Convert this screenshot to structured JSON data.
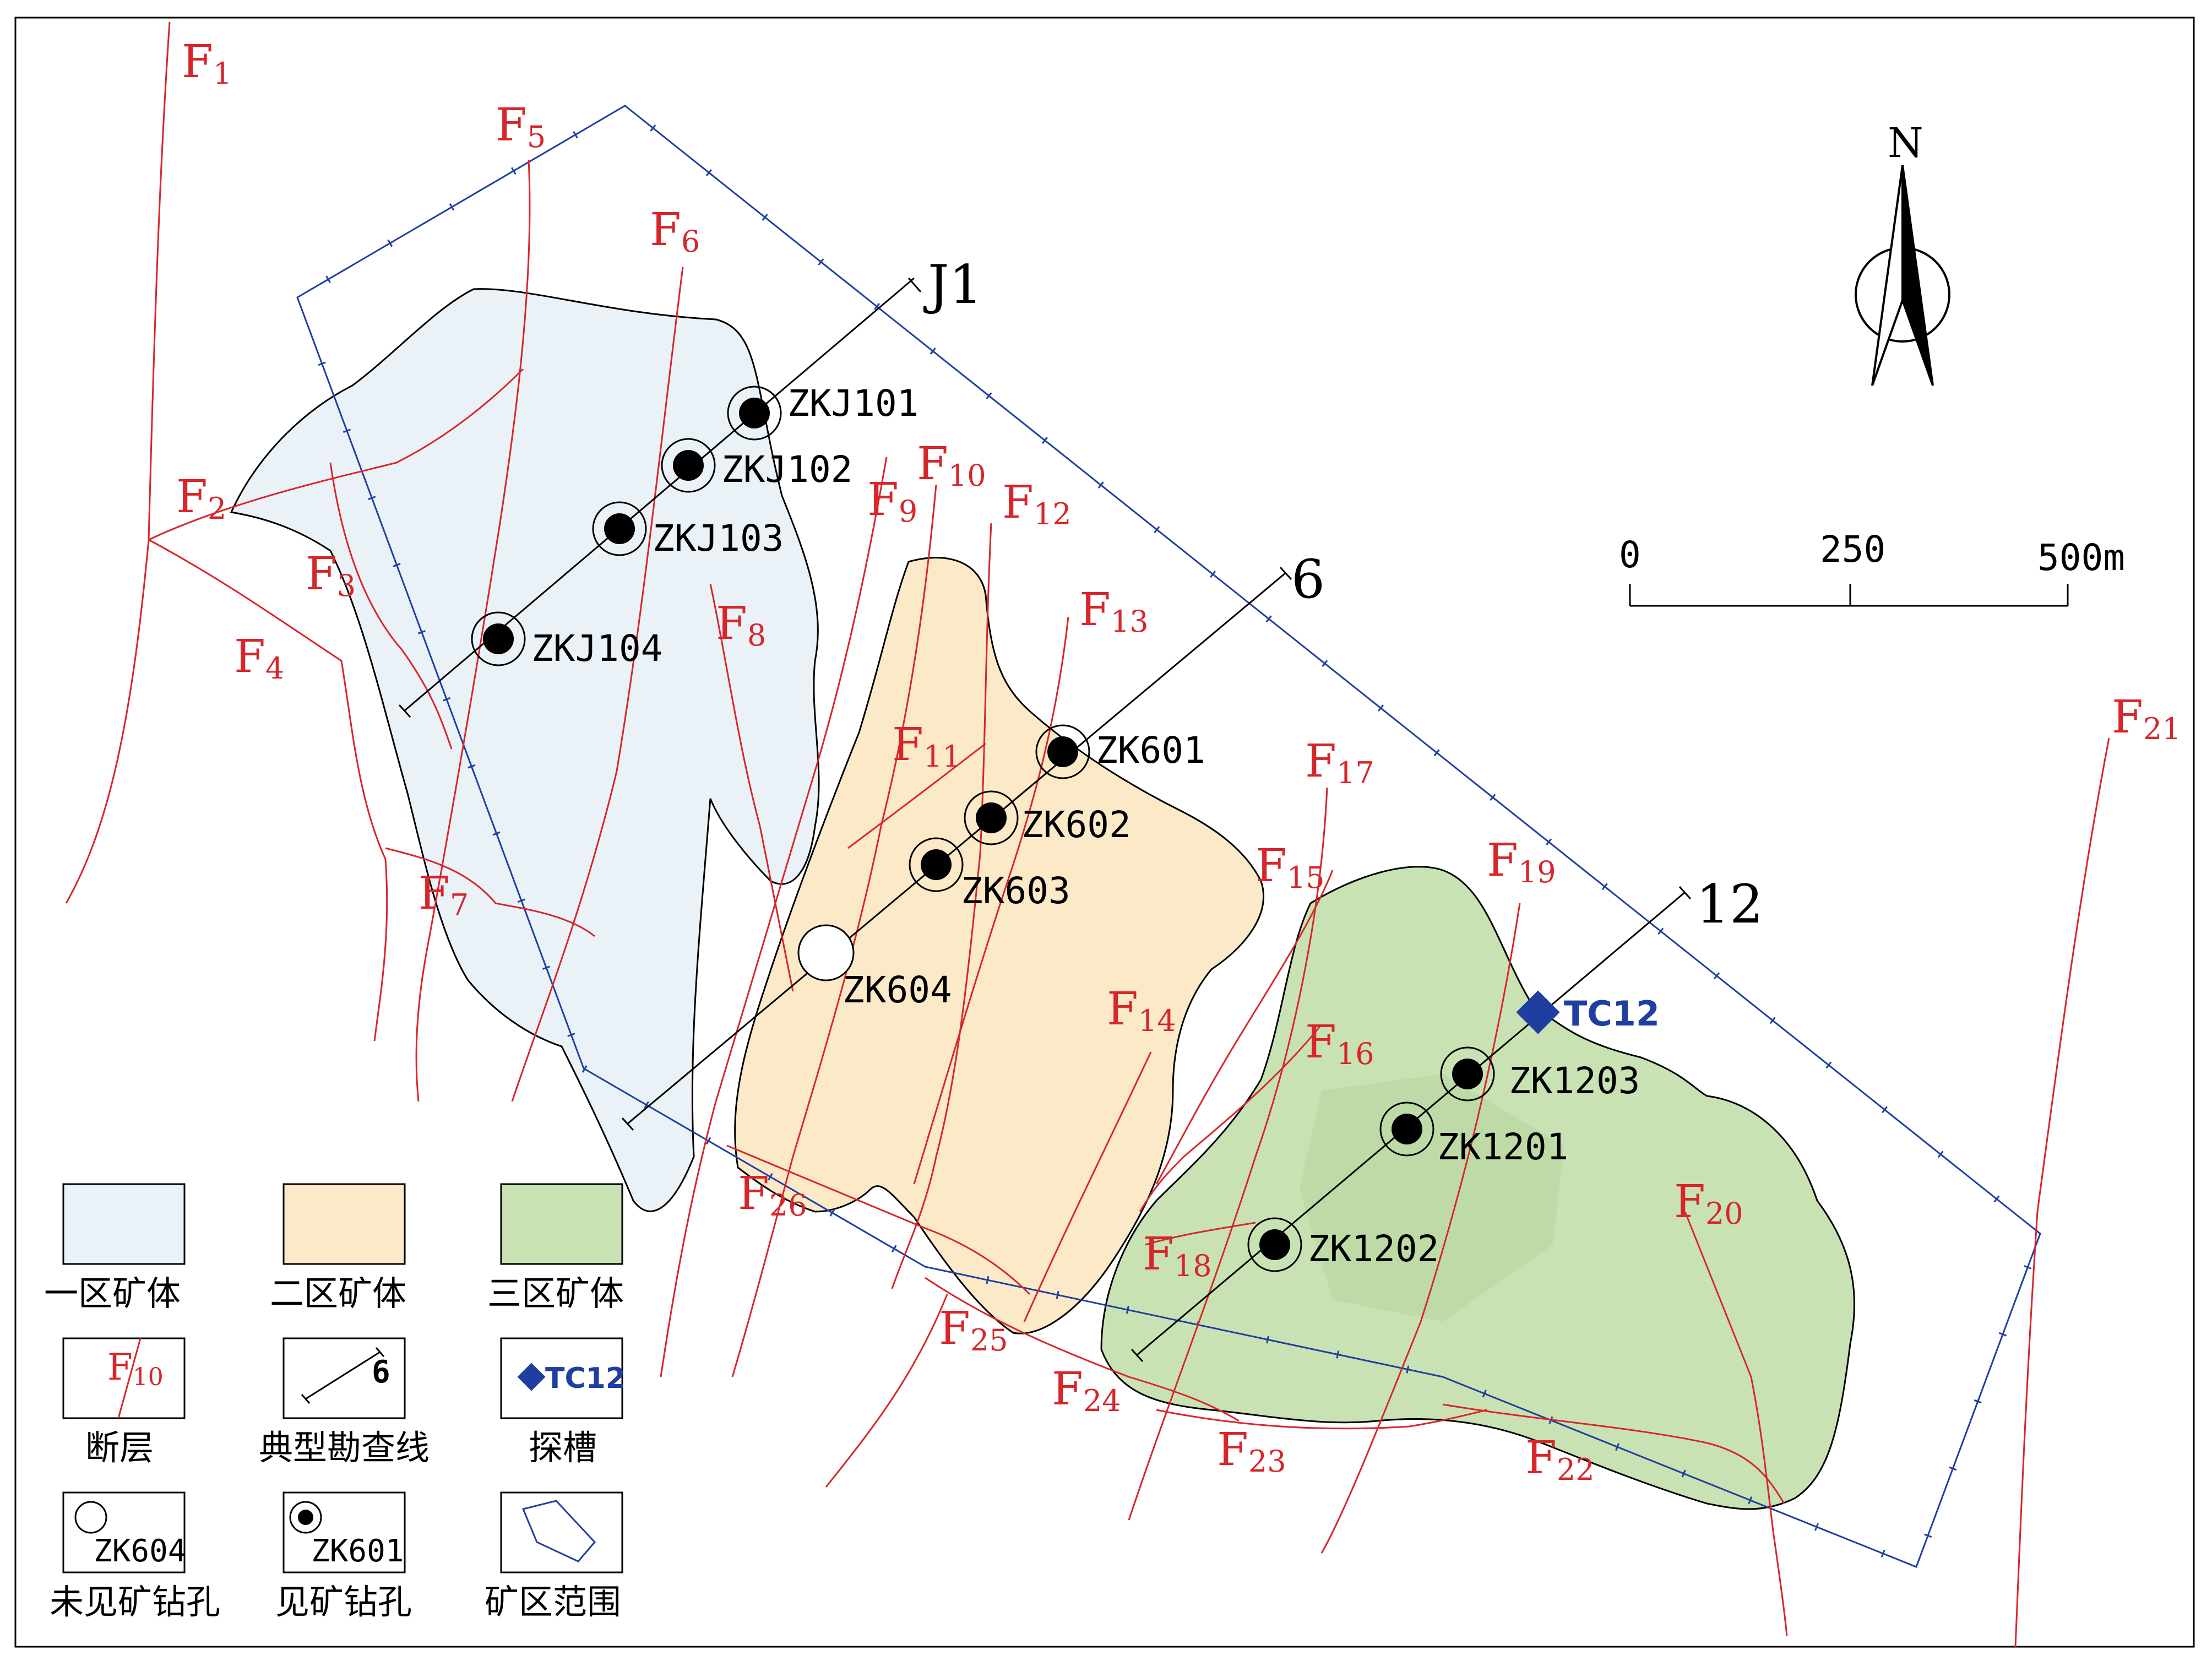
{
  "faults": [
    {
      "id": "f1",
      "label": "F",
      "sub": "1"
    },
    {
      "id": "f2",
      "label": "F",
      "sub": "2"
    },
    {
      "id": "f3",
      "label": "F",
      "sub": "3"
    },
    {
      "id": "f4",
      "label": "F",
      "sub": "4"
    },
    {
      "id": "f5",
      "label": "F",
      "sub": "5"
    },
    {
      "id": "f6",
      "label": "F",
      "sub": "6"
    },
    {
      "id": "f7",
      "label": "F",
      "sub": "7"
    },
    {
      "id": "f8",
      "label": "F",
      "sub": "8"
    },
    {
      "id": "f9",
      "label": "F",
      "sub": "9"
    },
    {
      "id": "f10",
      "label": "F",
      "sub": "10"
    },
    {
      "id": "f11",
      "label": "F",
      "sub": "11"
    },
    {
      "id": "f12",
      "label": "F",
      "sub": "12"
    },
    {
      "id": "f13",
      "label": "F",
      "sub": "13"
    },
    {
      "id": "f14",
      "label": "F",
      "sub": "14"
    },
    {
      "id": "f15",
      "label": "F",
      "sub": "15"
    },
    {
      "id": "f16",
      "label": "F",
      "sub": "16"
    },
    {
      "id": "f17",
      "label": "F",
      "sub": "17"
    },
    {
      "id": "f18",
      "label": "F",
      "sub": "18"
    },
    {
      "id": "f19",
      "label": "F",
      "sub": "19"
    },
    {
      "id": "f20",
      "label": "F",
      "sub": "20"
    },
    {
      "id": "f21",
      "label": "F",
      "sub": "21"
    },
    {
      "id": "f22",
      "label": "F",
      "sub": "22"
    },
    {
      "id": "f23",
      "label": "F",
      "sub": "23"
    },
    {
      "id": "f24",
      "label": "F",
      "sub": "24"
    },
    {
      "id": "f25",
      "label": "F",
      "sub": "25"
    },
    {
      "id": "f26",
      "label": "F",
      "sub": "26"
    }
  ],
  "survey_lines": [
    {
      "id": "J1",
      "label": "J1"
    },
    {
      "id": "6",
      "label": "6"
    },
    {
      "id": "12",
      "label": "12"
    }
  ],
  "drill_holes": [
    {
      "id": "ZKJ101",
      "label": "ZKJ101",
      "ore": true
    },
    {
      "id": "ZKJ102",
      "label": "ZKJ102",
      "ore": true
    },
    {
      "id": "ZKJ103",
      "label": "ZKJ103",
      "ore": true
    },
    {
      "id": "ZKJ104",
      "label": "ZKJ104",
      "ore": true
    },
    {
      "id": "ZK601",
      "label": "ZK601",
      "ore": true
    },
    {
      "id": "ZK602",
      "label": "ZK602",
      "ore": true
    },
    {
      "id": "ZK603",
      "label": "ZK603",
      "ore": true
    },
    {
      "id": "ZK604",
      "label": "ZK604",
      "ore": false
    },
    {
      "id": "ZK1203",
      "label": "ZK1203",
      "ore": true
    },
    {
      "id": "ZK1201",
      "label": "ZK1201",
      "ore": true
    },
    {
      "id": "ZK1202",
      "label": "ZK1202",
      "ore": true
    }
  ],
  "trench": {
    "label": "TC12"
  },
  "north_arrow": {
    "label": "N"
  },
  "scale_bar": {
    "ticks": [
      "0",
      "250",
      "500m"
    ]
  },
  "legend": {
    "zone1": "一区矿体",
    "zone2": "二区矿体",
    "zone3": "三区矿体",
    "fault": "断层",
    "fault_sample": {
      "label": "F",
      "sub": "10"
    },
    "survey_line": "典型勘查线",
    "survey_sample": "6",
    "trench": "探槽",
    "trench_sample": "TC12",
    "hole_empty": "未见矿钻孔",
    "hole_empty_sample": "ZK604",
    "hole_ore": "见矿钻孔",
    "hole_ore_sample": "ZK601",
    "boundary": "矿区范围"
  },
  "colors": {
    "zone1": "#eaf2f8",
    "zone2": "#fbe9c7",
    "zone3": "#c9e2b3",
    "fault": "#d7262b",
    "boundary": "#1f3fa0"
  }
}
